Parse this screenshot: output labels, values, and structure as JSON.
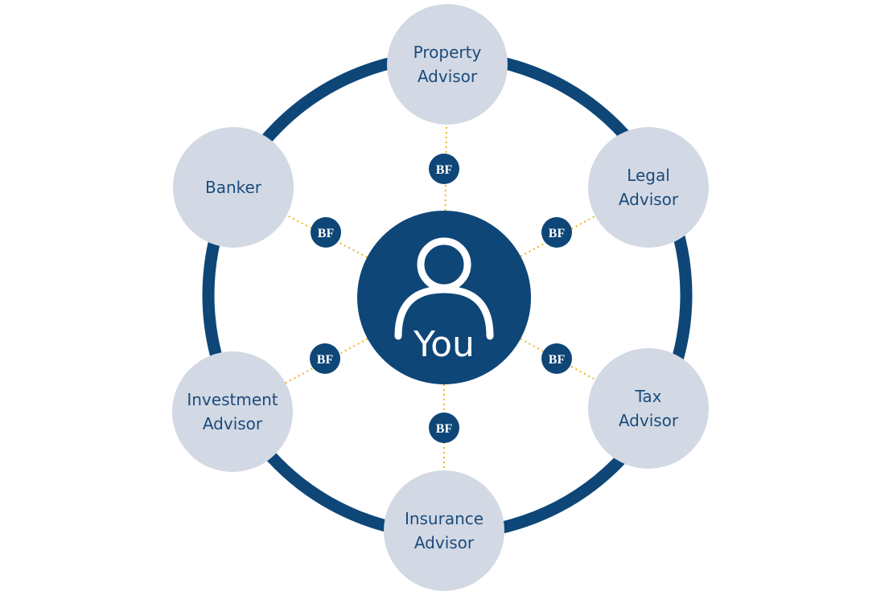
{
  "colors": {
    "ring": "#0e4677",
    "center_fill": "#0e4677",
    "node_fill": "#d2d9e4",
    "node_text": "#1b4b7b",
    "connector": "#f0b323",
    "badge_fill": "#0e4677",
    "badge_text": "#ffffff",
    "center_text": "#ffffff"
  },
  "center": {
    "label": "You",
    "icon": "person-icon"
  },
  "badge": {
    "icon": "bf-logo-icon",
    "text": "BF"
  },
  "advisors": [
    {
      "id": "property",
      "lines": [
        "Property",
        "Advisor"
      ]
    },
    {
      "id": "legal",
      "lines": [
        "Legal",
        "Advisor"
      ]
    },
    {
      "id": "tax",
      "lines": [
        "Tax",
        "Advisor"
      ]
    },
    {
      "id": "insurance",
      "lines": [
        "Insurance",
        "Advisor"
      ]
    },
    {
      "id": "investment",
      "lines": [
        "Investment",
        "Advisor"
      ]
    },
    {
      "id": "banker",
      "lines": [
        "Banker"
      ]
    }
  ]
}
